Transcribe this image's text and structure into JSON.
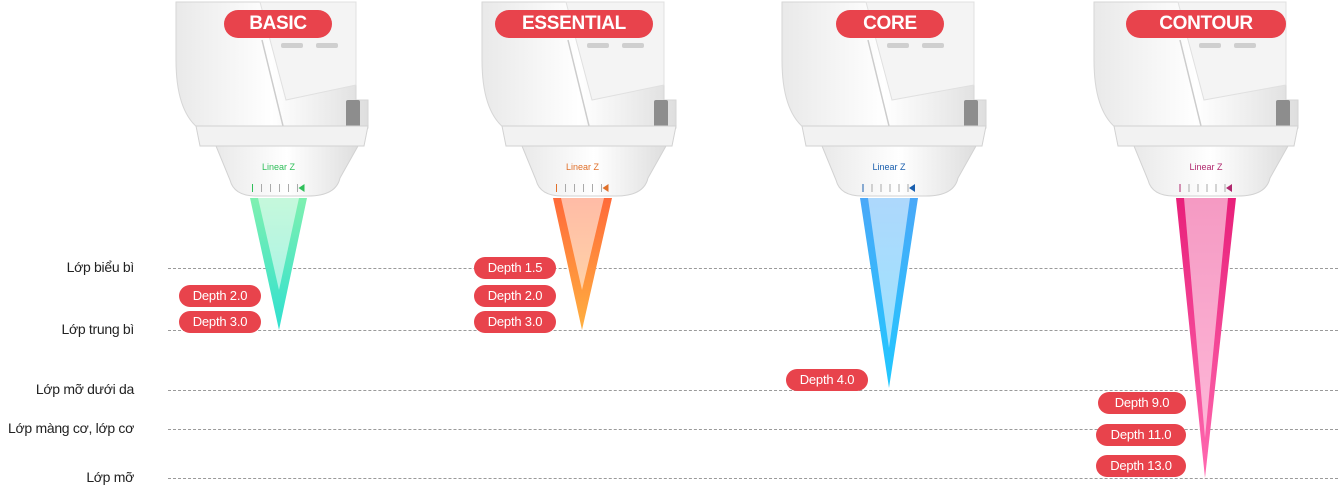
{
  "layers": [
    {
      "label": "Lớp biểu bì"
    },
    {
      "label": "Lớp trung bì"
    },
    {
      "label": "Lớp mỡ dưới da"
    },
    {
      "label": "Lớp màng cơ, lớp cơ"
    },
    {
      "label": "Lớp mỡ"
    }
  ],
  "devices": [
    {
      "name": "BASIC",
      "brand": "Linear Z",
      "brand_color": "#2fbf5a",
      "beam_colors": [
        "#7ff0b0",
        "#2fe0d0"
      ],
      "depths": [
        "Depth 2.0",
        "Depth 3.0"
      ]
    },
    {
      "name": "ESSENTIAL",
      "brand": "Linear Z",
      "brand_color": "#e0702a",
      "beam_colors": [
        "#ff6a3a",
        "#ffb040"
      ],
      "depths": [
        "Depth 1.5",
        "Depth 2.0",
        "Depth 3.0"
      ]
    },
    {
      "name": "CORE",
      "brand": "Linear Z",
      "brand_color": "#1a5fae",
      "beam_colors": [
        "#4aa8f8",
        "#20c8ff"
      ],
      "depths": [
        "Depth 4.0"
      ]
    },
    {
      "name": "CONTOUR",
      "brand": "Linear Z",
      "brand_color": "#b0286e",
      "beam_colors": [
        "#e8207a",
        "#ff6ab0"
      ],
      "depths": [
        "Depth 9.0",
        "Depth 11.0",
        "Depth 13.0"
      ]
    }
  ],
  "accent_color": "#e8434c"
}
